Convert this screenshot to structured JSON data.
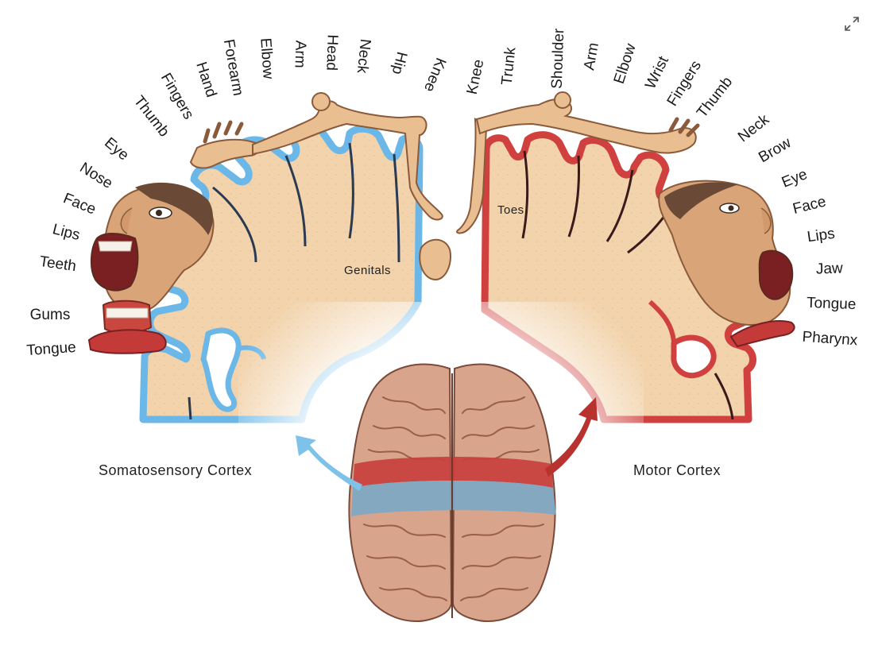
{
  "sensory": {
    "title": "Somatosensory Cortex",
    "labels": [
      "Tongue",
      "Gums",
      "Teeth",
      "Lips",
      "Face",
      "Nose",
      "Eye",
      "Thumb",
      "Fingers",
      "Hand",
      "Forearm",
      "Elbow",
      "Arm",
      "Head",
      "Neck",
      "Hip",
      "Knee"
    ],
    "inner_label": "Genitals"
  },
  "motor": {
    "title": "Motor Cortex",
    "labels": [
      "Knee",
      "Trunk",
      "Shoulder",
      "Arm",
      "Elbow",
      "Wrist",
      "Fingers",
      "Thumb",
      "Neck",
      "Brow",
      "Eye",
      "Face",
      "Lips",
      "Jaw",
      "Tongue",
      "Pharynx"
    ],
    "inner_label": "Toes"
  },
  "colors": {
    "sensory": "#6bb8e8",
    "motor": "#d0403f",
    "tissue": "#f2d3ac",
    "skin": "#e9bf92",
    "brain": "#d8a48c"
  },
  "icons": {
    "expand": "expand-icon"
  }
}
